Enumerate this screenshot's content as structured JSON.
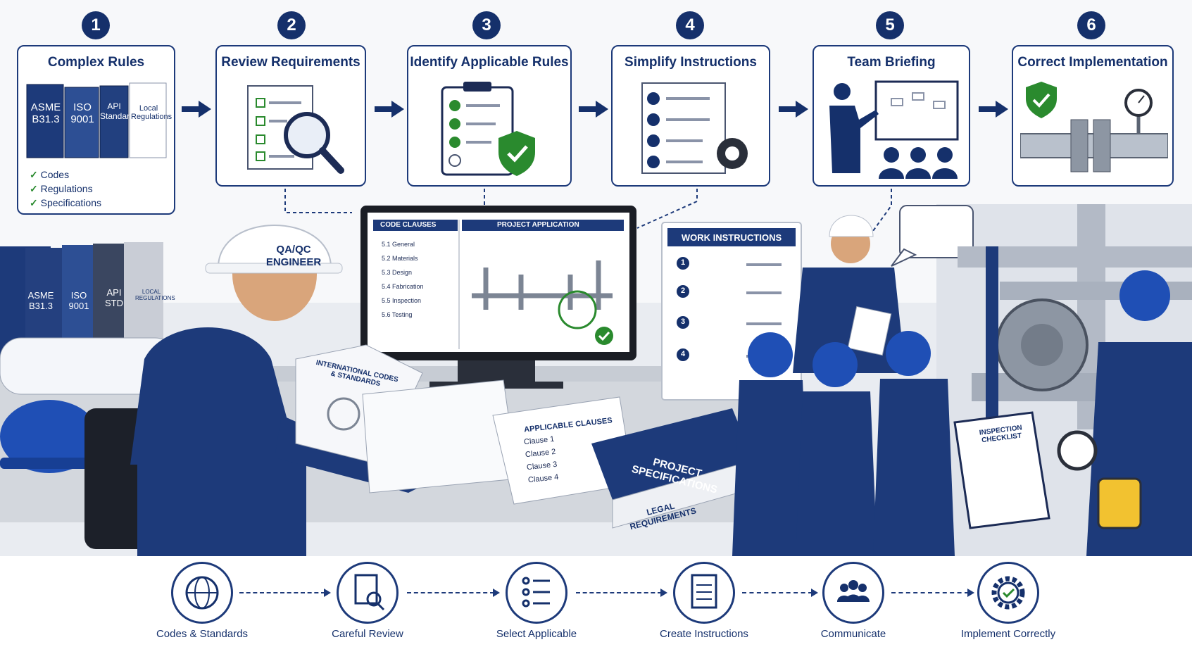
{
  "steps": [
    {
      "num": "1",
      "title": "Complex Rules"
    },
    {
      "num": "2",
      "title": "Review Requirements"
    },
    {
      "num": "3",
      "title": "Identify Applicable Rules"
    },
    {
      "num": "4",
      "title": "Simplify Instructions"
    },
    {
      "num": "5",
      "title": "Team Briefing"
    },
    {
      "num": "6",
      "title": "Correct Implementation"
    }
  ],
  "step1": {
    "books": [
      "ASME B31.3",
      "ISO 9001",
      "API Standard",
      "Local Regulations"
    ],
    "checks": [
      "Codes",
      "Regulations",
      "Specifications"
    ]
  },
  "scene": {
    "helmet": "QA/QC ENGINEER",
    "shelf_books": [
      "ASME B31.3",
      "ISO 9001",
      "API STD",
      "LOCAL REGULATIONS"
    ],
    "monitor_left_title": "CODE CLAUSES",
    "monitor_right_title": "PROJECT APPLICATION",
    "clauses": [
      "5.1 General",
      "5.2 Materials",
      "5.3 Design",
      "5.4 Fabrication",
      "5.5 Inspection",
      "5.6 Testing"
    ],
    "open_book": "INTERNATIONAL CODES & STANDARDS",
    "applicable_title": "APPLICABLE CLAUSES",
    "applicable_items": [
      "Clause 1",
      "Clause 2",
      "Clause 3",
      "Clause 4"
    ],
    "binder_top": "PROJECT SPECIFICATIONS",
    "binder_spine": "LEGAL REQUIREMENTS",
    "work_instructions": "WORK INSTRUCTIONS",
    "wi_nums": [
      "1",
      "2",
      "3",
      "4"
    ],
    "inspection": "INSPECTION CHECKLIST"
  },
  "bottom": [
    "Codes & Standards",
    "Careful Review",
    "Select Applicable",
    "Create Instructions",
    "Communicate",
    "Implement Correctly"
  ],
  "colors": {
    "navy": "#15306b",
    "green": "#2a8a2e"
  }
}
